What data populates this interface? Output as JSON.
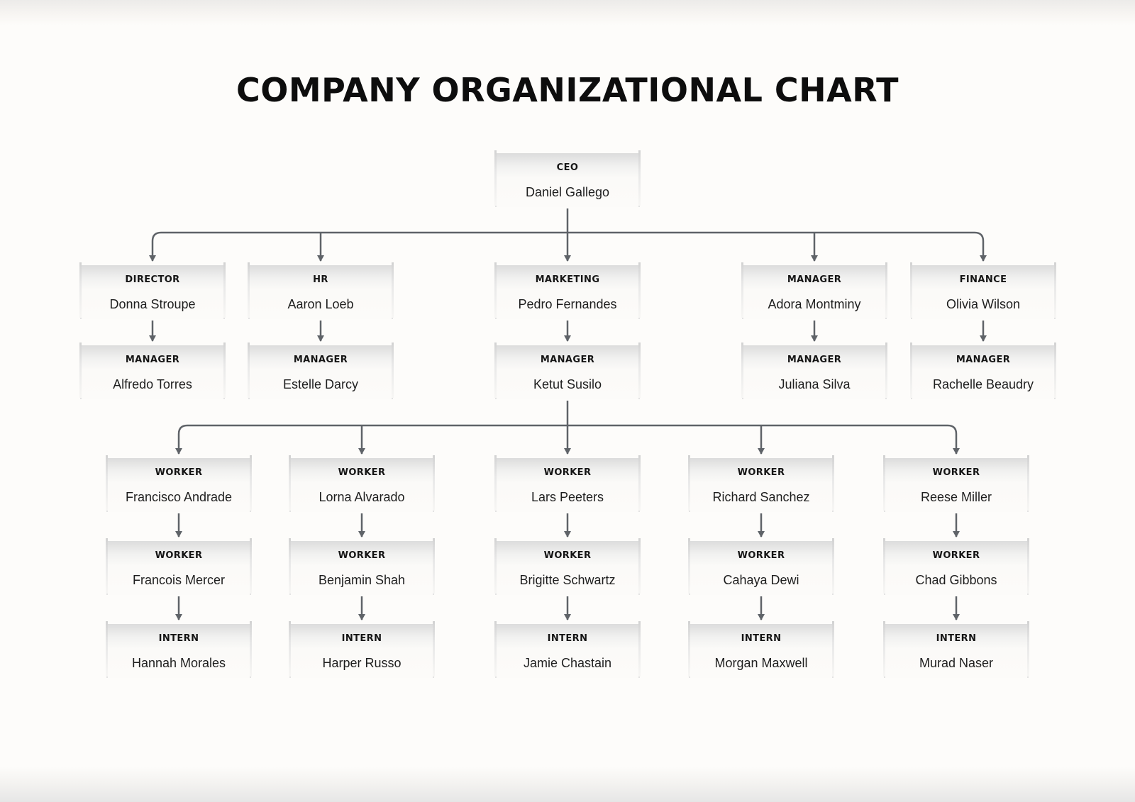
{
  "title": "COMPANY ORGANIZATIONAL CHART",
  "colors": {
    "connector": "#5f6368",
    "title": "#0d0d0d"
  },
  "nodes": {
    "ceo": {
      "role": "CEO",
      "name": "Daniel Gallego"
    },
    "director": {
      "role": "DIRECTOR",
      "name": "Donna Stroupe"
    },
    "hr": {
      "role": "HR",
      "name": "Aaron Loeb"
    },
    "marketing": {
      "role": "MARKETING",
      "name": "Pedro Fernandes"
    },
    "manager-adora": {
      "role": "MANAGER",
      "name": "Adora Montminy"
    },
    "finance": {
      "role": "FINANCE",
      "name": "Olivia Wilson"
    },
    "manager-alfredo": {
      "role": "MANAGER",
      "name": "Alfredo Torres"
    },
    "manager-estelle": {
      "role": "MANAGER",
      "name": "Estelle Darcy"
    },
    "manager-ketut": {
      "role": "MANAGER",
      "name": "Ketut Susilo"
    },
    "manager-juliana": {
      "role": "MANAGER",
      "name": "Juliana Silva"
    },
    "manager-rachelle": {
      "role": "MANAGER",
      "name": "Rachelle Beaudry"
    },
    "worker-francisco": {
      "role": "WORKER",
      "name": "Francisco Andrade"
    },
    "worker-lorna": {
      "role": "WORKER",
      "name": "Lorna Alvarado"
    },
    "worker-lars": {
      "role": "WORKER",
      "name": "Lars Peeters"
    },
    "worker-richard": {
      "role": "WORKER",
      "name": "Richard Sanchez"
    },
    "worker-reese": {
      "role": "WORKER",
      "name": "Reese Miller"
    },
    "worker-francois": {
      "role": "WORKER",
      "name": "Francois Mercer"
    },
    "worker-benjamin": {
      "role": "WORKER",
      "name": "Benjamin Shah"
    },
    "worker-brigitte": {
      "role": "WORKER",
      "name": "Brigitte Schwartz"
    },
    "worker-cahaya": {
      "role": "WORKER",
      "name": "Cahaya Dewi"
    },
    "worker-chad": {
      "role": "WORKER",
      "name": "Chad Gibbons"
    },
    "intern-hannah": {
      "role": "INTERN",
      "name": "Hannah Morales"
    },
    "intern-harper": {
      "role": "INTERN",
      "name": "Harper Russo"
    },
    "intern-jamie": {
      "role": "INTERN",
      "name": "Jamie Chastain"
    },
    "intern-morgan": {
      "role": "INTERN",
      "name": "Morgan Maxwell"
    },
    "intern-murad": {
      "role": "INTERN",
      "name": "Murad Naser"
    }
  },
  "edges": [
    [
      "ceo",
      "director"
    ],
    [
      "ceo",
      "hr"
    ],
    [
      "ceo",
      "marketing"
    ],
    [
      "ceo",
      "manager-adora"
    ],
    [
      "ceo",
      "finance"
    ],
    [
      "director",
      "manager-alfredo"
    ],
    [
      "hr",
      "manager-estelle"
    ],
    [
      "marketing",
      "manager-ketut"
    ],
    [
      "manager-adora",
      "manager-juliana"
    ],
    [
      "finance",
      "manager-rachelle"
    ],
    [
      "manager-ketut",
      "worker-francisco"
    ],
    [
      "manager-ketut",
      "worker-lorna"
    ],
    [
      "manager-ketut",
      "worker-lars"
    ],
    [
      "manager-ketut",
      "worker-richard"
    ],
    [
      "manager-ketut",
      "worker-reese"
    ],
    [
      "worker-francisco",
      "worker-francois"
    ],
    [
      "worker-lorna",
      "worker-benjamin"
    ],
    [
      "worker-lars",
      "worker-brigitte"
    ],
    [
      "worker-richard",
      "worker-cahaya"
    ],
    [
      "worker-reese",
      "worker-chad"
    ],
    [
      "worker-francois",
      "intern-hannah"
    ],
    [
      "worker-benjamin",
      "intern-harper"
    ],
    [
      "worker-brigitte",
      "intern-jamie"
    ],
    [
      "worker-cahaya",
      "intern-morgan"
    ],
    [
      "worker-chad",
      "intern-murad"
    ]
  ]
}
